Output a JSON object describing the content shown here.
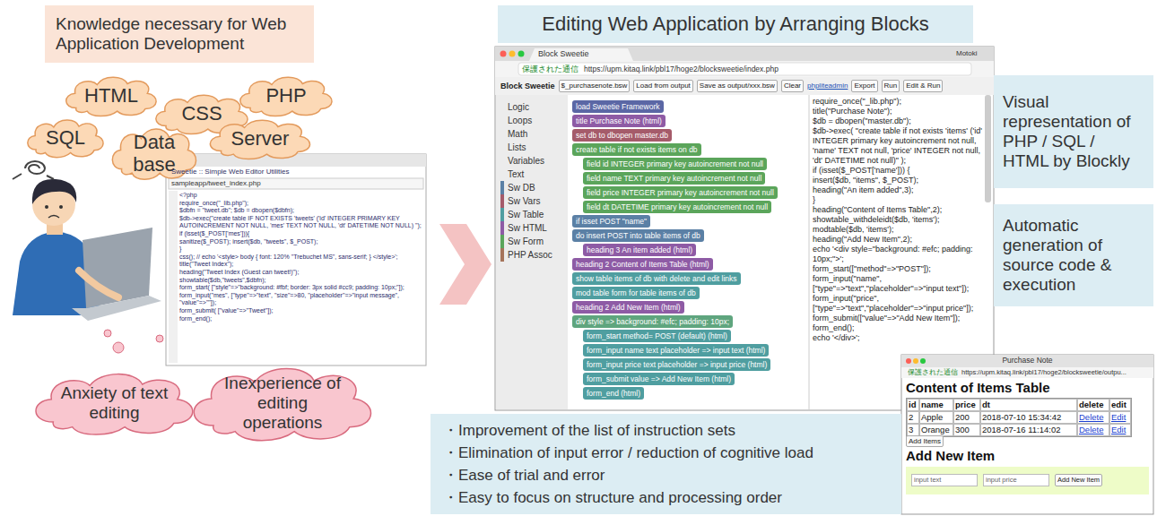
{
  "diagram": {
    "nodes": [
      {
        "text": [
          "Knowledge necessary for Web Application Development"
        ]
      },
      {
        "text": [
          "HTML"
        ]
      },
      {
        "text": [
          "CSS"
        ]
      },
      {
        "text": [
          "PHP"
        ]
      },
      {
        "text": [
          "SQL"
        ]
      },
      {
        "text": [
          "Data base"
        ]
      },
      {
        "text": [
          "Server"
        ]
      },
      {
        "text": [
          "Sweetie :: Simple Web Editor Utilities"
        ]
      },
      {
        "text": [
          "Anxiety of text editing"
        ]
      },
      {
        "text": [
          "Inexperience of editing operations"
        ]
      },
      {
        "text": [
          "Editing Web Application by Arranging Blocks"
        ]
      },
      {
        "text": [
          "Block Sweetie"
        ]
      },
      {
        "text": [
          "Visual representation of PHP / SQL / HTML by Blockly"
        ]
      },
      {
        "text": [
          "Automatic generation of source code & execution"
        ]
      },
      {
        "text": [
          "・Improvement of the list of instruction sets",
          "・Elimination of input error / reduction of cognitive load",
          "・Ease of trial and error",
          "・Easy to focus on structure and processing order"
        ]
      },
      {
        "text": [
          "Purchase Note"
        ]
      }
    ],
    "labels": [
      "sampleapp/tweet_index.php",
      "<?php",
      "require_once(\"_lib.php\");",
      "$dbfn = \"tweet.db\"; $db = dbopen($dbfn);",
      "$db->exec(\"create table IF NOT EXISTS 'tweets' ('id' INTEGER PRIMARY KEY AUTOINCREMENT NOT NULL, 'mes' TEXT NOT NULL, 'dt' DATETIME NOT NULL) \");",
      "if (isset($_POST['mes'])){",
      "sanitize($_POST); insert($db, \"tweets\", $_POST);",
      "}",
      "css(); // echo '<style> body { font: 120% \"Trebuchet MS\", sans-serif; } </style>';",
      "title(\"Tweet Index\");",
      "heading(\"Tweet Index (Guest can tweet!)\");",
      "showtable($db,\"tweets\",$dbfn);",
      "form_start( [\"style\"=>\"background: #fbf; border: 3px solid #cc9; padding: 10px;\"]);",
      "form_input(\"mes\", [\"type\"=>\"text\", \"size\"=>80, \"placeholder\"=>\"input message\", \"value\"=>\"\"]);",
      "form_submit( [\"value\"=>\"Tweet\"]);",
      "form_end();",
      "保護された通信",
      "https://upm.kitaq.link/pbl17/hoge2/blocksweetie/index.php",
      "Motoki",
      "Block Sweetie",
      "$_purchasenote.bsw",
      "Load from output",
      "Save as output/xxx.bsw",
      "Clear",
      "phpliteadmin",
      "Export",
      "Run",
      "Edit & Run",
      "Logic",
      "Loops",
      "Math",
      "Lists",
      "Variables",
      "Text",
      "Sw DB",
      "Sw Vars",
      "Sw Table",
      "Sw HTML",
      "Sw Form",
      "PHP Assoc",
      "load Sweetie Framework",
      "title Purchase Note (html)",
      "set db to dbopen master.db",
      "create table if not exists items on db",
      "field id INTEGER primary key autoincrement not null",
      "field name TEXT primary key autoincrement not null",
      "field price INTEGER primary key autoincrement not null",
      "field dt DATETIME primary key autoincrement not null",
      "if isset POST \"name\"",
      "do insert POST into table items of db",
      "heading 3 An item added (html)",
      "heading 2 Content of Items Table (html)",
      "show table items of db with delete and edit links",
      "mod table form for table items of db",
      "heading 2 Add New Item (html)",
      "div style => background: #efc; padding: 10px;",
      "form_start method= POST (default) (html)",
      "form_input name text placeholder => input text (html)",
      "form_input price text placeholder => input price (html)",
      "form_submit value => Add New Item (html)",
      "form_end (html)",
      "require_once(\"_lib.php\");",
      "title(\"Purchase Note\");",
      "$db = dbopen(\"master.db\");",
      "$db->exec( \"create table if not exists 'items' ('id' INTEGER primary key autoincrement not null, 'name' TEXT not null, 'price' INTEGER not null, 'dt' DATETIME not null)\" );",
      "if (isset($_POST['name'])) {",
      "insert($db, \"items\", $_POST);",
      "heading(\"An item added\",3);",
      "}",
      "heading(\"Content of Items Table\",2);",
      "showtable_withdeleidt($db, 'items');",
      "modtable($db, 'items');",
      "heading(\"Add New Item\",2);",
      "echo '<div style=\"background: #efc; padding: 10px;\">';",
      "form_start([\"method\"=>\"POST\"]);",
      "form_input(\"name\", [\"type\"=>\"text\",\"placeholder\"=>\"input text\"]);",
      "form_input(\"price\", [\"type\"=>\"text\",\"placeholder\"=>\"input price\"]);",
      "form_submit([\"value\"=>\"Add New Item\"]);",
      "form_end();",
      "echo '</div>';",
      "保護された通信",
      "https://upm.kitaq.link/pbl17/hoge2/blocksweetie/outpu...",
      "Content of Items Table",
      "id",
      "name",
      "price",
      "dt",
      "delete",
      "edit",
      "2",
      "Apple",
      "200",
      "2018-07-10 15:34:42",
      "Delete",
      "Edit",
      "3",
      "Orange",
      "300",
      "2018-07-16 11:14:02",
      "Delete",
      "Edit",
      "Add Items",
      "Add New Item",
      "input text",
      "input price",
      "Add New Item"
    ]
  }
}
